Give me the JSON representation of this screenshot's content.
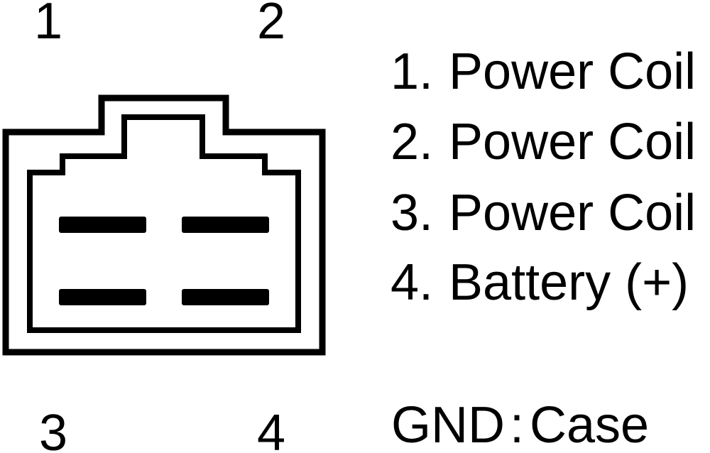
{
  "diagram": {
    "title": "Connector pinout",
    "pin_numbers": {
      "top_left": "1",
      "top_right": "2",
      "bottom_left": "3",
      "bottom_right": "4"
    },
    "legend": [
      {
        "number": "1.",
        "label": "Power Coil"
      },
      {
        "number": "2.",
        "label": "Power Coil"
      },
      {
        "number": "3.",
        "label": "Power Coil"
      },
      {
        "number": "4.",
        "label": "Battery (+)"
      }
    ],
    "ground_note": {
      "label": "GND",
      "separator": ":",
      "value": "Case"
    },
    "colors": {
      "line": "#000000",
      "background": "#ffffff"
    }
  }
}
